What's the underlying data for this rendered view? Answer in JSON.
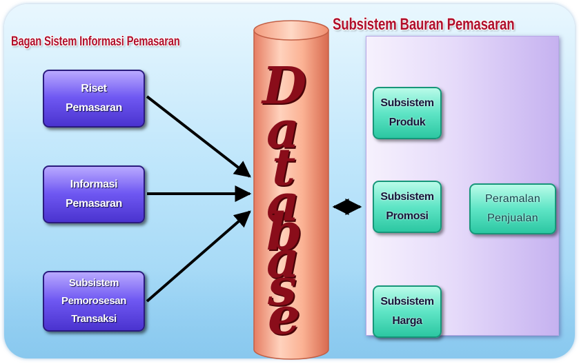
{
  "headings": {
    "left": "Bagan Sistem Informasi Pemasaran",
    "right": "Subsistem Bauran Pemasaran"
  },
  "inputs": [
    {
      "lines": [
        "Riset",
        "Pemasaran"
      ]
    },
    {
      "lines": [
        "Informasi",
        "Pemasaran"
      ]
    },
    {
      "lines": [
        "Subsistem",
        "Pemorosesan",
        "Transaksi"
      ]
    }
  ],
  "database": {
    "letters": [
      "D",
      "a",
      "t",
      "a",
      "b",
      "a",
      "s",
      "e"
    ]
  },
  "subsystems": [
    {
      "lines": [
        "Subsistem",
        "Produk"
      ]
    },
    {
      "lines": [
        "Subsistem",
        "Promosi"
      ]
    },
    {
      "lines": [
        "Subsistem",
        "Harga"
      ]
    }
  ],
  "forecast": {
    "lines": [
      "Peramalan",
      "Penjualan"
    ]
  },
  "colors": {
    "heading": "#b0102c",
    "input_box": "#6f58f2",
    "subsystem_box": "#5fe5c6",
    "database_cylinder": "#f7a98c",
    "database_text": "#8a0d1a",
    "right_panel": "#e6dbfa",
    "arrow": "#000000"
  }
}
